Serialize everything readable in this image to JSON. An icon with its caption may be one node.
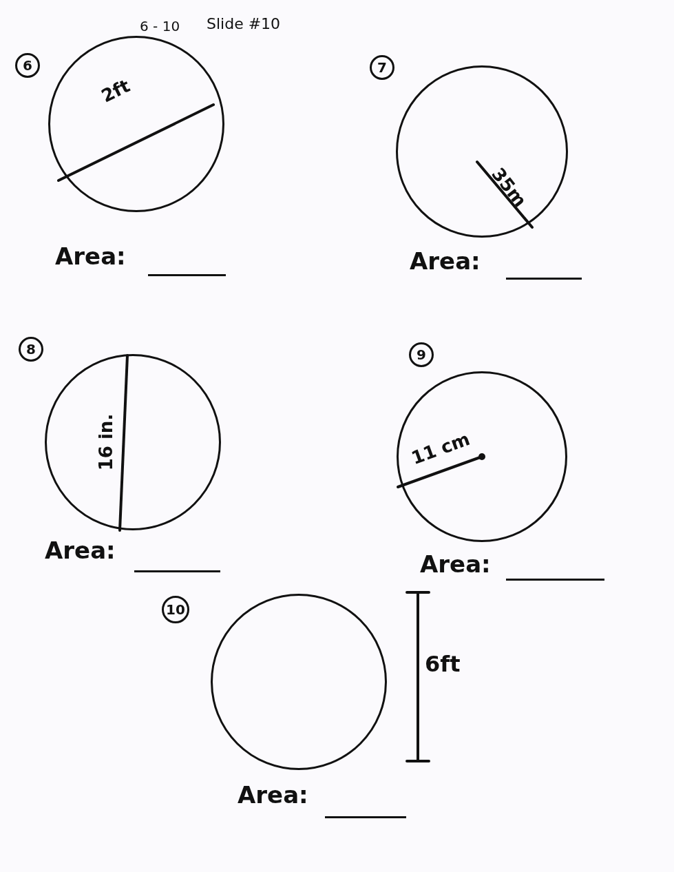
{
  "diagram": {
    "nodes": [
      {
        "text": [
          "6"
        ]
      },
      {
        "text": [
          "2ft"
        ],
        "beside": [
          "Area:"
        ]
      },
      {
        "text": [
          "7"
        ]
      },
      {
        "text": [
          "35m"
        ],
        "beside": [
          "Area:"
        ]
      },
      {
        "text": [
          "8"
        ]
      },
      {
        "text": [
          "16 in."
        ],
        "beside": [
          "Area:"
        ]
      },
      {
        "text": [
          "9"
        ]
      },
      {
        "text": [
          "11 cm"
        ],
        "beside": [
          "Area:"
        ]
      },
      {
        "text": [
          "10"
        ]
      },
      {
        "text": [],
        "shape": "circle",
        "beside": [
          "Area:"
        ]
      }
    ],
    "labels": [
      "6 - 10",
      "Slide #10",
      "6ft"
    ]
  }
}
